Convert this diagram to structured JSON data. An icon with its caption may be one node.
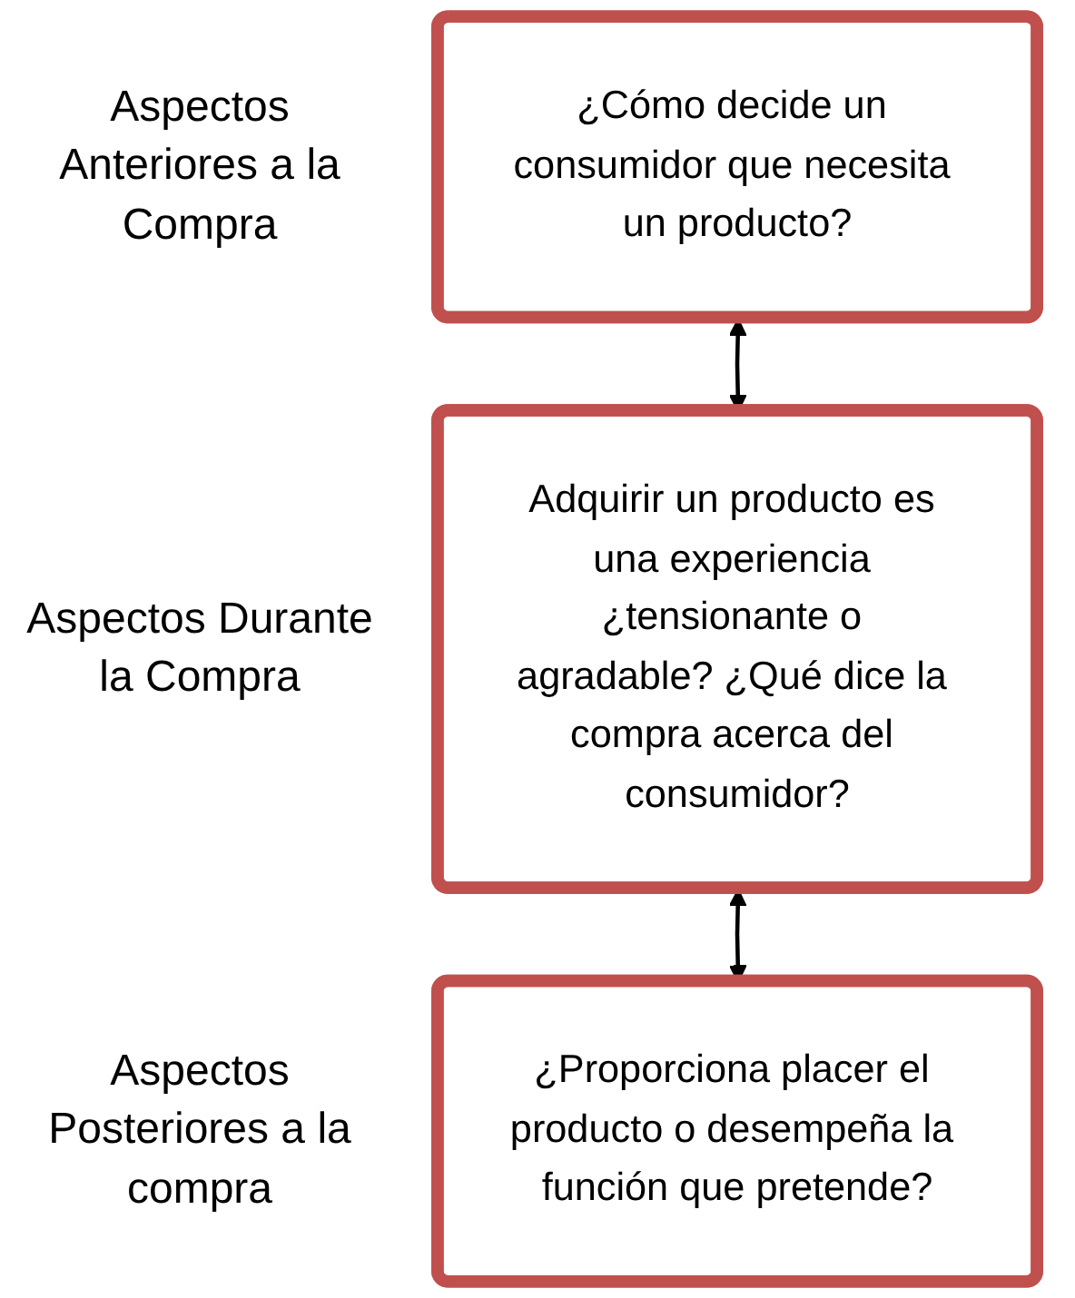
{
  "diagram": {
    "nodes": [
      {
        "text": [
          "¿Cómo decide un consumidor que necesita un producto?"
        ]
      },
      {
        "text": [
          "Adquirir un producto es una experiencia ¿tensionante o agradable? ¿Qué dice la compra acerca del consumidor?"
        ]
      },
      {
        "text": [
          "¿Proporciona placer el producto o desempeña la función que pretende?"
        ]
      }
    ],
    "edges": [
      {
        "from": 0,
        "to": 1,
        "arrow": "both"
      },
      {
        "from": 1,
        "to": 2,
        "arrow": "both"
      }
    ],
    "labels": [
      "Aspectos Anteriores a la Compra",
      "Aspectos Durante la Compra",
      "Aspectos Posteriores a la compra"
    ]
  }
}
